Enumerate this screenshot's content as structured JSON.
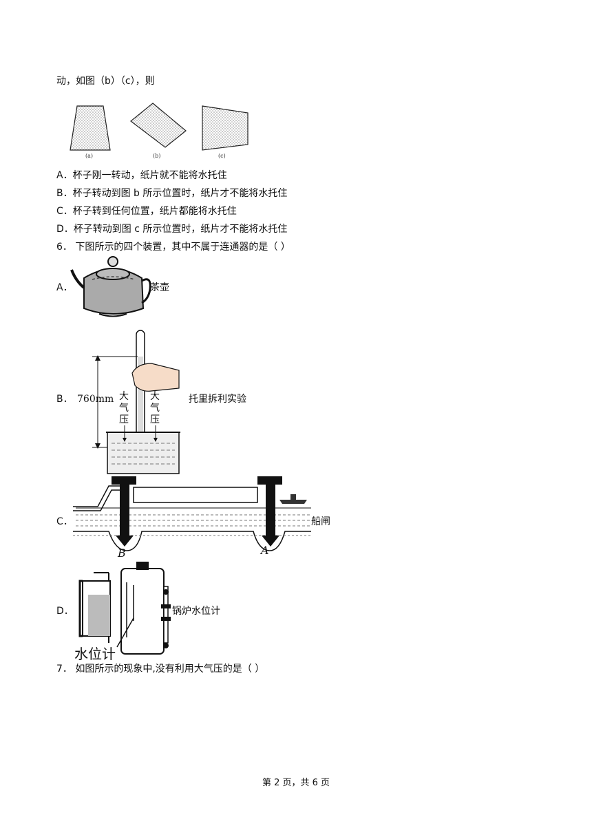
{
  "q5": {
    "continuation": "动，如图（b）（c），则",
    "figure_captions": [
      "(a)",
      "(b)",
      "(c)"
    ],
    "options": [
      {
        "letter": "A．",
        "text": "杯子刚一转动，纸片就不能将水托住"
      },
      {
        "letter": "B．",
        "text": "杯子转动到图 b 所示位置时，纸片才不能将水托住"
      },
      {
        "letter": "C．",
        "text": "杯子转到任何位置，纸片都能将水托住"
      },
      {
        "letter": "D．",
        "text": "杯子转动到图 c 所示位置时，纸片才不能将水托住"
      }
    ]
  },
  "q6": {
    "stem": "6．  下图所示的四个装置，其中不属于连通器的是（        ）",
    "options": [
      {
        "letter": "A．",
        "label": "茶壶"
      },
      {
        "letter": "B．",
        "label": "托里拆利实验",
        "figure_text": {
          "height": "760mm",
          "left_arrow": "大气压",
          "right_arrow": "大气压"
        }
      },
      {
        "letter": "C．",
        "label": "船闸",
        "figure_text": {
          "left_gate": "B",
          "right_gate": "A"
        }
      },
      {
        "letter": "D．",
        "label": "锅炉水位计",
        "figure_text": {
          "caption": "水位计"
        }
      }
    ]
  },
  "q7": {
    "stem": "7．  如图所示的现象中,没有利用大气压的是（        ）"
  },
  "footer": {
    "page": "第 2 页，共 6 页"
  }
}
